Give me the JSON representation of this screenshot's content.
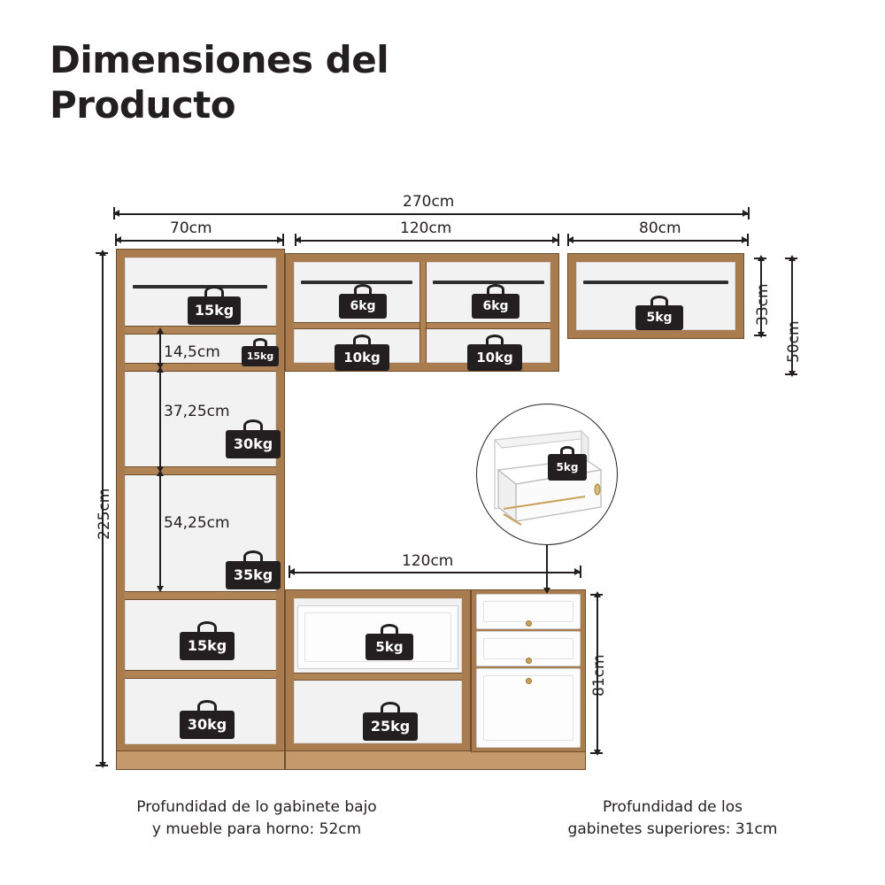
{
  "title": "Dimensiones del Producto",
  "dimensions": {
    "total_width": "270cm",
    "left_module_width": "70cm",
    "middle_upper_width": "120cm",
    "right_upper_width": "80cm",
    "upper_cabinet_height": "33cm",
    "upper_block_height": "50cm",
    "total_height": "225cm",
    "shelf_gap_1": "14,5cm",
    "shelf_gap_2": "37,25cm",
    "shelf_gap_3": "54,25cm",
    "base_module_width": "120cm",
    "base_height": "81cm"
  },
  "weights": {
    "left_top": "15kg",
    "left_small": "15kg",
    "left_mid_upper": "30kg",
    "left_mid_lower": "35kg",
    "left_low": "15kg",
    "left_bottom": "30kg",
    "upper_mid_left_top": "6kg",
    "upper_mid_right_top": "6kg",
    "upper_mid_left_bottom": "10kg",
    "upper_mid_right_bottom": "10kg",
    "upper_right": "5kg",
    "base_left": "5kg",
    "base_bottom": "25kg",
    "drawer_callout": "5kg"
  },
  "footnotes": {
    "left_line1": "Profundidad de lo gabinete bajo",
    "left_line2": "y mueble para horno: 52cm",
    "right_line1": "Profundidad de los",
    "right_line2": "gabinetes superiores: 31cm"
  },
  "colors": {
    "wood": "#a97c50",
    "wood_light": "#c49a6c",
    "white_panel": "#fdfdfd",
    "ink": "#231f20"
  }
}
